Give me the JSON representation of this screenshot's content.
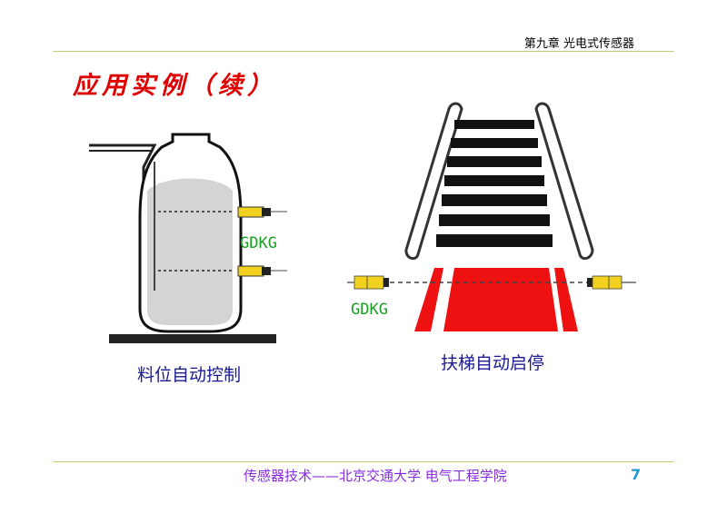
{
  "header": {
    "chapter": "第九章 光电式传感器"
  },
  "slide": {
    "title": "应用实例（续）"
  },
  "figure_left": {
    "sensor_label": "GDKG",
    "caption": "料位自动控制"
  },
  "figure_right": {
    "sensor_label": "GDKG",
    "caption": "扶梯自动启停"
  },
  "footer": {
    "text": "传感器技术——北京交通大学 电气工程学院",
    "page_number": "7"
  },
  "colors": {
    "title_red": "#e00000",
    "caption_blue": "#1a1a90",
    "footer_purple": "#8a2be2",
    "page_blue": "#1f9ad6",
    "sensor_green": "#18a020",
    "sensor_yellow": "#f2d21e",
    "escalator_red": "#ee1111"
  }
}
